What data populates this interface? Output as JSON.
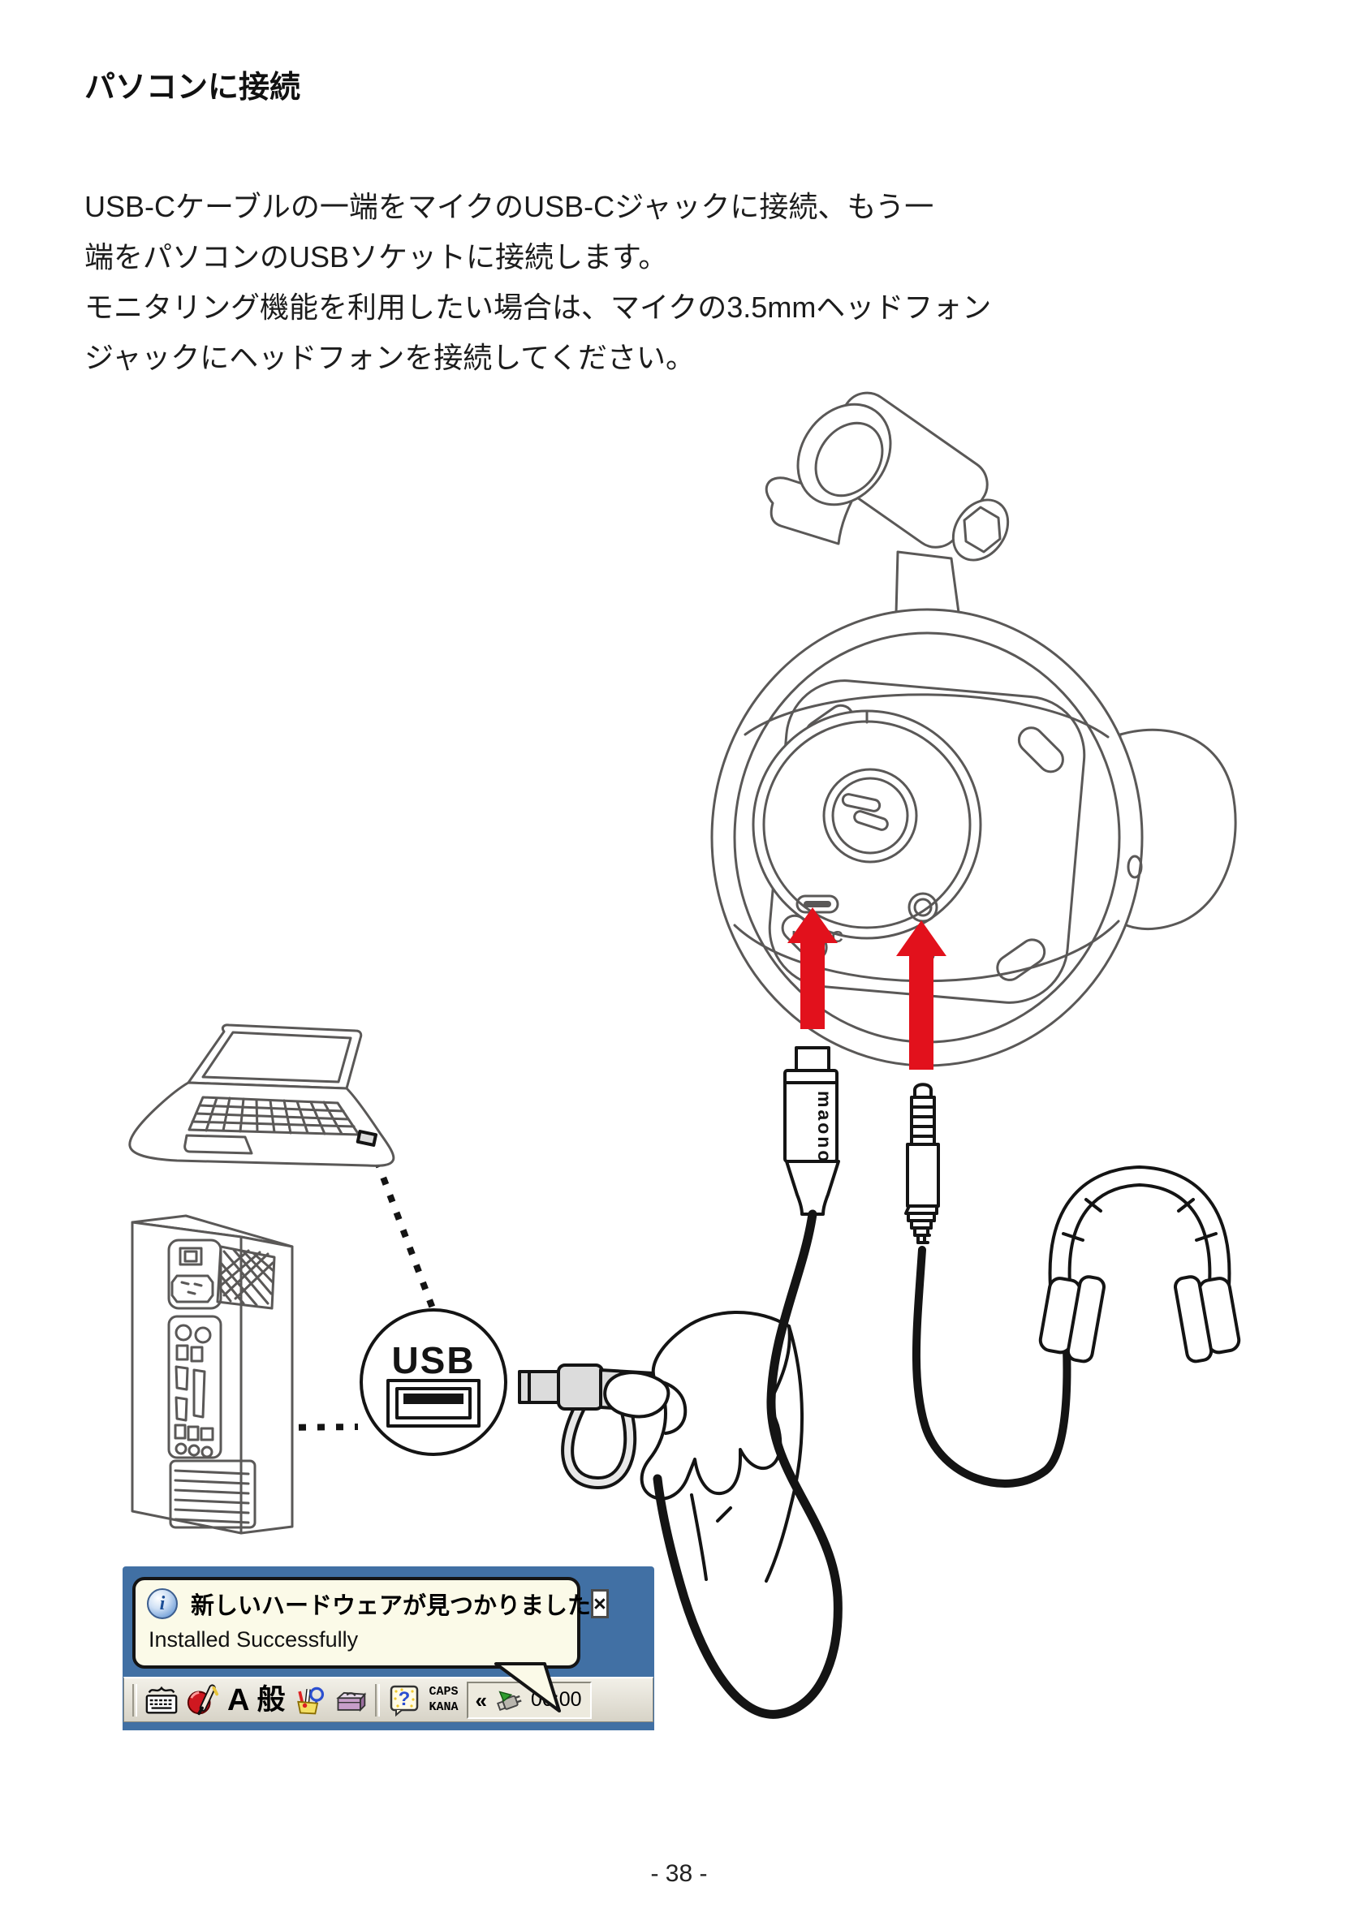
{
  "colors": {
    "line_gray": "#5a5857",
    "line_black": "#141414",
    "arrow_red": "#e2111c",
    "popup_blue": "#4170a4",
    "balloon_yellow": "#fbfae8",
    "taskbar_gray": "#d7d3c7"
  },
  "document": {
    "title": "パソコンに接続",
    "body_lines": [
      "USB-Cケーブルの一端をマイクのUSB-Cジャックに接続、もう一",
      "端をパソコンのUSBソケットに接続します。",
      "モニタリング機能を利用したい場合は、マイクの3.5mmヘッドフォン",
      "ジャックにヘッドフォンを接続してください。"
    ],
    "page_number": "- 38 -"
  },
  "illustration": {
    "mic_port_label": "USB-C",
    "usb_callout_label": "USB",
    "cable_brand_label": "maono",
    "icons": {
      "headphone_jack": "headphone-glyph",
      "usb_c_arrow": "red-up-arrow",
      "headphone_arrow": "red-up-arrow"
    }
  },
  "notification": {
    "title": "新しいハードウェアが見つかりました",
    "message": "Installed Successfully",
    "close_button": "×",
    "info_icon_glyph": "i"
  },
  "taskbar": {
    "ime_input_mode": "A",
    "ime_conversion_mode": "般",
    "caps_indicator": "CAPS",
    "kana_indicator": "KANA",
    "help_glyph": "?",
    "tray_chevron": "«",
    "clock": "00:00",
    "icons": [
      "keyboard-icon",
      "ime-pen-icon",
      "tools-icon",
      "toolbox-icon",
      "help-icon",
      "tray-device-icon"
    ]
  }
}
